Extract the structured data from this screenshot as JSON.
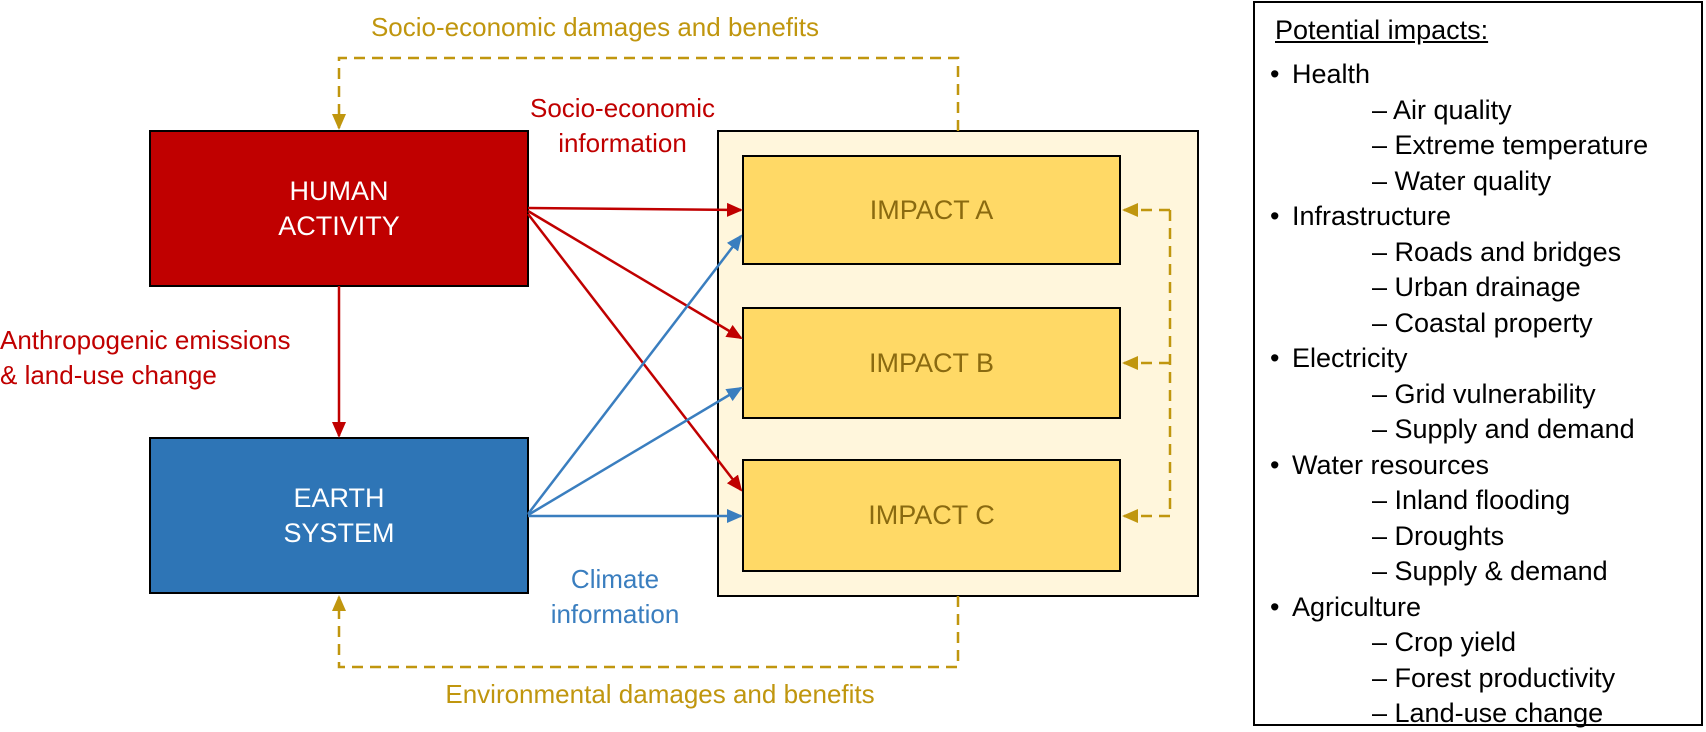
{
  "colors": {
    "human": "#C00000",
    "earth": "#2E75B6",
    "impact_fill": "#FFD966",
    "impact_panel": "#FFF6DC",
    "feedback": "#C0960E",
    "blue_arrow": "#3A7EBF",
    "red_arrow": "#C00000"
  },
  "diagram": {
    "top_feedback_label": "Socio-economic damages and benefits",
    "bottom_feedback_label": "Environmental damages and benefits",
    "socio_info_label": "Socio-economic\ninformation",
    "climate_info_label": "Climate\ninformation",
    "emissions_label": "Anthropogenic emissions\n& land-use change",
    "human_box": "HUMAN\nACTIVITY",
    "earth_box": "EARTH\nSYSTEM",
    "impacts": [
      "IMPACT A",
      "IMPACT B",
      "IMPACT C"
    ]
  },
  "legend": {
    "title": "Potential impacts:",
    "categories": [
      {
        "name": "Health",
        "items": [
          "– Air quality",
          "– Extreme temperature",
          "– Water quality"
        ]
      },
      {
        "name": "Infrastructure",
        "items": [
          "– Roads and bridges",
          "– Urban drainage",
          "– Coastal property"
        ]
      },
      {
        "name": "Electricity",
        "items": [
          "– Grid vulnerability",
          "– Supply and demand"
        ]
      },
      {
        "name": "Water resources",
        "items": [
          "– Inland flooding",
          "– Droughts",
          "– Supply & demand"
        ]
      },
      {
        "name": "Agriculture",
        "items": [
          "– Crop yield",
          "– Forest productivity",
          "– Land-use change"
        ]
      }
    ]
  }
}
